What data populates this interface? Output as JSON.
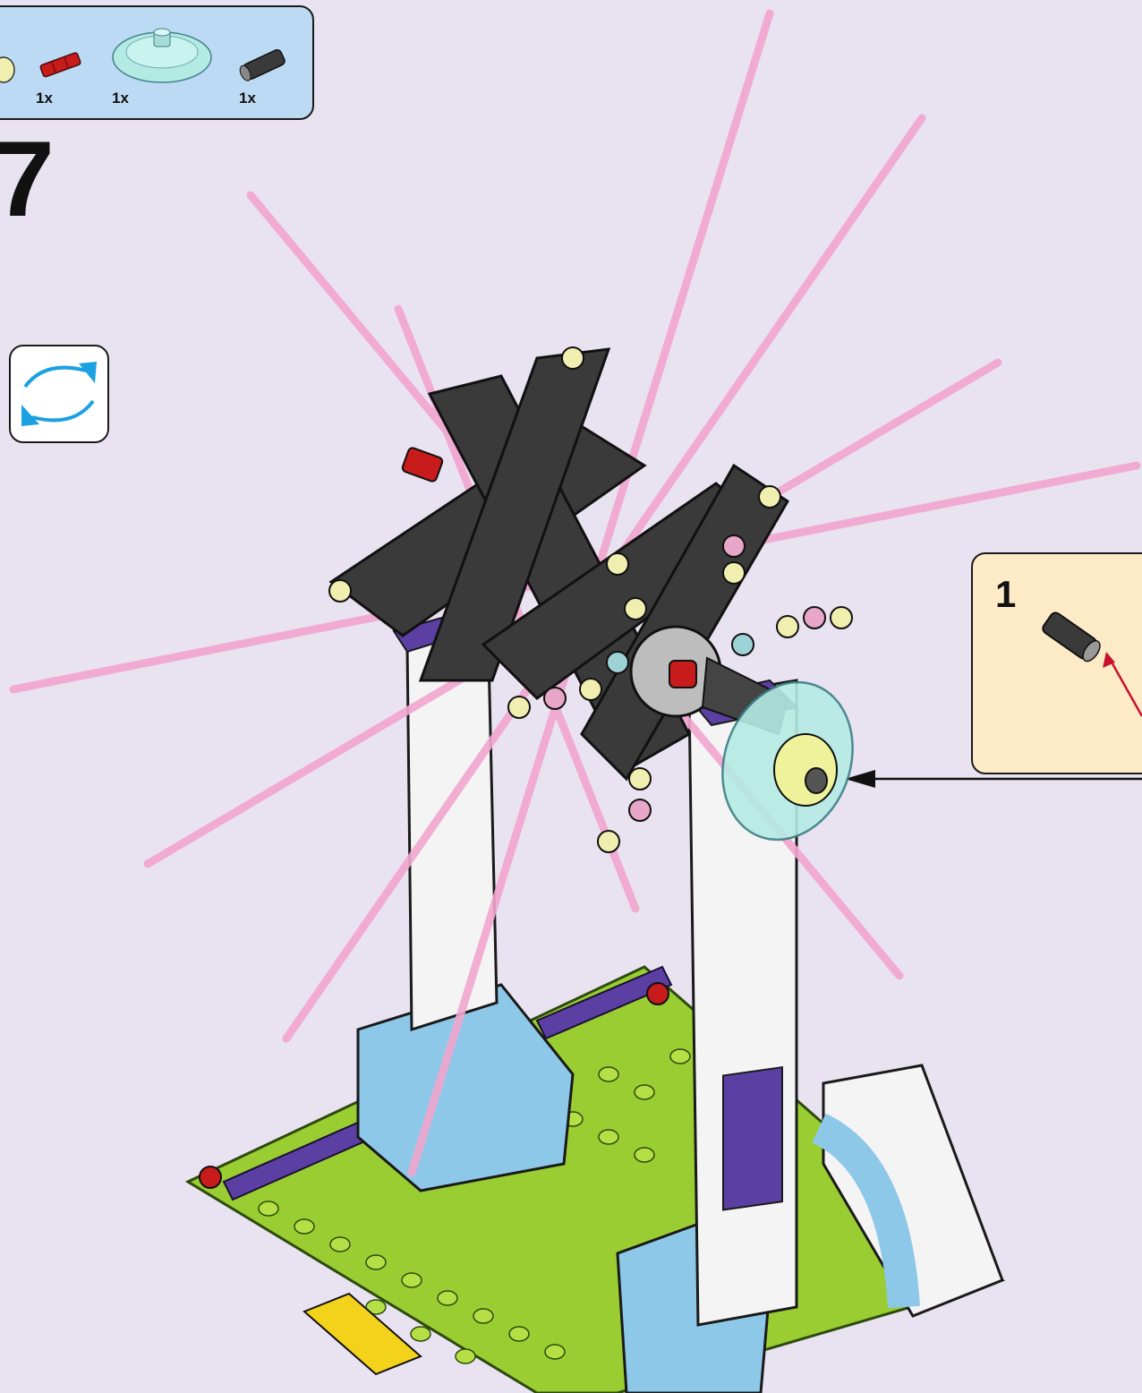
{
  "parts_list": {
    "items": [
      {
        "icon": "yellow-round-plate-icon",
        "qty": ""
      },
      {
        "icon": "red-axle-icon",
        "qty": "1x"
      },
      {
        "icon": "trans-light-blue-dish-icon",
        "qty": "1x"
      },
      {
        "icon": "black-axle-connector-icon",
        "qty": "1x"
      }
    ]
  },
  "step": {
    "number": "7"
  },
  "rotate_indicator": {
    "icon": "rotate-model-icon"
  },
  "sub_step": {
    "number": "1",
    "icon": "black-axle-connector-icon"
  },
  "colors": {
    "background": "#e9e3f1",
    "parts_box": "#bcdaf3",
    "callout_box": "#fdebc8",
    "pink_rod": "#f2a6cf",
    "green_baseplate": "#9acd32",
    "rotate_arrow": "#1ba0e2"
  }
}
